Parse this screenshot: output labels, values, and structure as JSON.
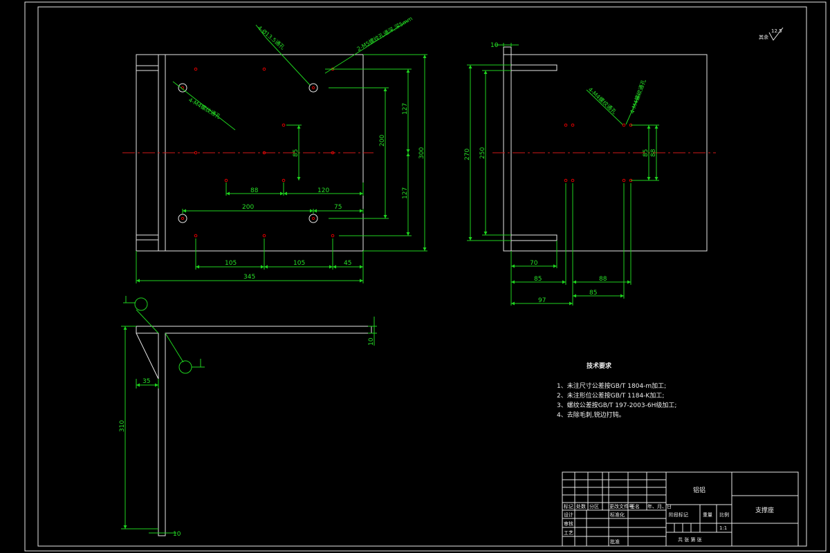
{
  "roughness": {
    "value": "12.5",
    "prefix": "其余"
  },
  "front_view": {
    "notes": {
      "holes_13": "4-Ø13.5通孔",
      "thread_m5": "2-M5螺纹孔通深,深5mm",
      "thread_m4": "4-M4螺纹通孔"
    },
    "dims": {
      "d127a": "127",
      "d200v": "200",
      "d300": "300",
      "d127b": "127",
      "d85": "85",
      "d88": "88",
      "d120": "120",
      "d200h": "200",
      "d75": "75",
      "d105a": "105",
      "d105b": "105",
      "d45": "45",
      "d345": "345"
    }
  },
  "side_view": {
    "notes": {
      "thread_a": "4-M4螺纹通孔",
      "thread_b": "4-M4螺纹通孔"
    },
    "dims": {
      "d10": "10",
      "d270": "270",
      "d250": "250",
      "d85v": "85",
      "d88v": "88",
      "d70": "70",
      "d85a": "85",
      "d88h": "88",
      "d85b": "85",
      "d97": "97"
    }
  },
  "top_view": {
    "dims": {
      "d10r": "10",
      "d35": "35",
      "d310": "310",
      "d10b": "10"
    }
  },
  "tech_req": {
    "title": "技术要求",
    "items": [
      "1、未注尺寸公差按GB/T 1804-m加工;",
      "2、未注形位公差按GB/T 1184-K加工;",
      "3、螺纹公差按GB/T 197-2003-6H级加工;",
      "4、去除毛刺,锐边打钝。"
    ]
  },
  "title_block": {
    "material": "铝铝",
    "part_name": "支撑座",
    "row_marker": [
      "标记",
      "处数",
      "分区",
      "更改文件号",
      "签名",
      "年、月、日"
    ],
    "design": "设计",
    "standardize": "标准化",
    "check": "审核",
    "process": "工艺",
    "approve": "批准",
    "stage": "阶段标记",
    "weight": "重量",
    "scale": "比例",
    "scale_value": "1:1",
    "sheets": "共 张 第 张"
  }
}
